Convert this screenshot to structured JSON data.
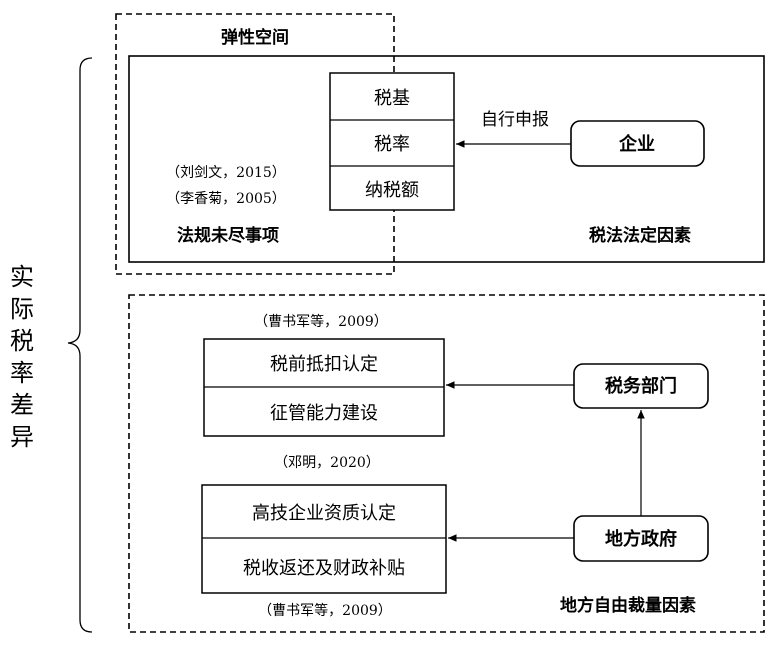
{
  "side_label": "实际税率差异",
  "elastic_space_label": "弹性空间",
  "statutory": {
    "boxes": [
      "税基",
      "税率",
      "纳税额"
    ],
    "self_report_label": "自行申报",
    "enterprise_label": "企业",
    "cite_1": "（刘剑文，2015）",
    "cite_2": "（李香菊，2005）",
    "unregulated_label": "法规未尽事项",
    "statutory_label": "税法法定因素"
  },
  "discretion": {
    "cite_top": "（曹书军等，2009）",
    "tax_dept_boxes": [
      "税前抵扣认定",
      "征管能力建设"
    ],
    "tax_dept_label": "税务部门",
    "cite_mid": "（邓明，2020）",
    "local_gov_boxes": [
      "高技企业资质认定",
      "税收返还及财政补贴"
    ],
    "local_gov_label": "地方政府",
    "cite_bottom": "（曹书军等，2009）",
    "discretion_label": "地方自由裁量因素"
  }
}
